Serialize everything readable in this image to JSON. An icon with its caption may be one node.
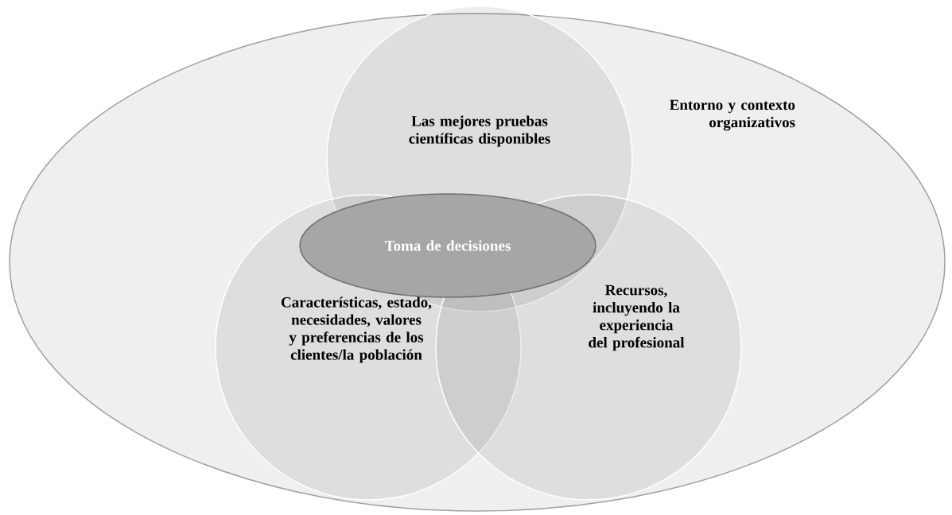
{
  "diagram": {
    "nodes": [
      {
        "text": [
          "Entorno y contexto organizativos"
        ]
      },
      {
        "text": [
          "Las mejores pruebas científicas disponibles"
        ],
        "in": 0
      },
      {
        "text": [
          "Características, estado, necesidades, valores y preferencias de los clientes/la población"
        ],
        "in": 0
      },
      {
        "text": [
          "Recursos, incluyendo la experiencia del profesional"
        ],
        "in": 0
      },
      {
        "text": [
          "Toma de decisiones"
        ],
        "in": 0
      }
    ],
    "edges": []
  }
}
